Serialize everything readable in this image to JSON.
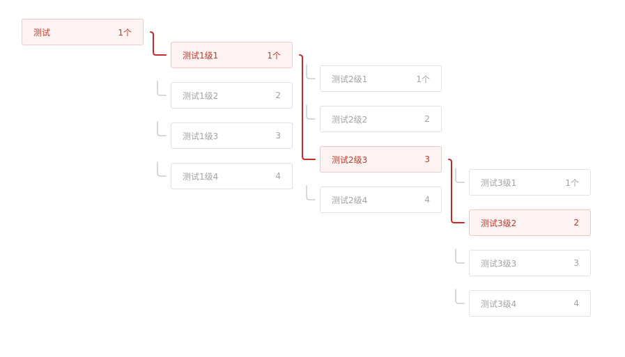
{
  "colors": {
    "active_text": "#c0392b",
    "active_bg": "#fdf3f2",
    "active_border": "#f2c7c7",
    "inactive_text": "#a3a3a3",
    "inactive_border": "#e2e2e2",
    "active_line": "#c62828",
    "inactive_line": "#cccccc"
  },
  "tree": {
    "root": {
      "label": "测试",
      "count": "1个"
    },
    "columns": [
      {
        "active_index": 0,
        "items": [
          {
            "label": "测试1级1",
            "count": "1个"
          },
          {
            "label": "测试1级2",
            "count": "2"
          },
          {
            "label": "测试1级3",
            "count": "3"
          },
          {
            "label": "测试1级4",
            "count": "4"
          }
        ]
      },
      {
        "active_index": 2,
        "items": [
          {
            "label": "测试2级1",
            "count": "1个"
          },
          {
            "label": "测试2级2",
            "count": "2"
          },
          {
            "label": "测试2级3",
            "count": "3"
          },
          {
            "label": "测试2级4",
            "count": "4"
          }
        ]
      },
      {
        "active_index": 1,
        "items": [
          {
            "label": "测试3级1",
            "count": "1个"
          },
          {
            "label": "测试3级2",
            "count": "2"
          },
          {
            "label": "测试3级3",
            "count": "3"
          },
          {
            "label": "测试3级4",
            "count": "4"
          }
        ]
      }
    ]
  }
}
